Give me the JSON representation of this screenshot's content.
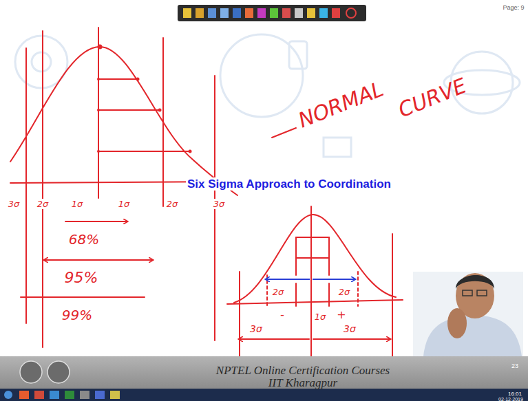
{
  "diagram": {
    "title": "Six Sigma Approach to Coordination",
    "labels": [
      "Page: 9",
      "NORMAL",
      "CURVE",
      "3σ",
      "2σ",
      "1σ",
      "1σ",
      "2σ",
      "3σ",
      "68%",
      "95%",
      "99%",
      "2σ",
      "2σ",
      "-",
      "1σ",
      "+",
      "3σ",
      "3σ",
      "NPTEL Online Certification Courses",
      "IIT Kharagpur",
      "23",
      "16:01",
      "02-12-2019"
    ]
  }
}
